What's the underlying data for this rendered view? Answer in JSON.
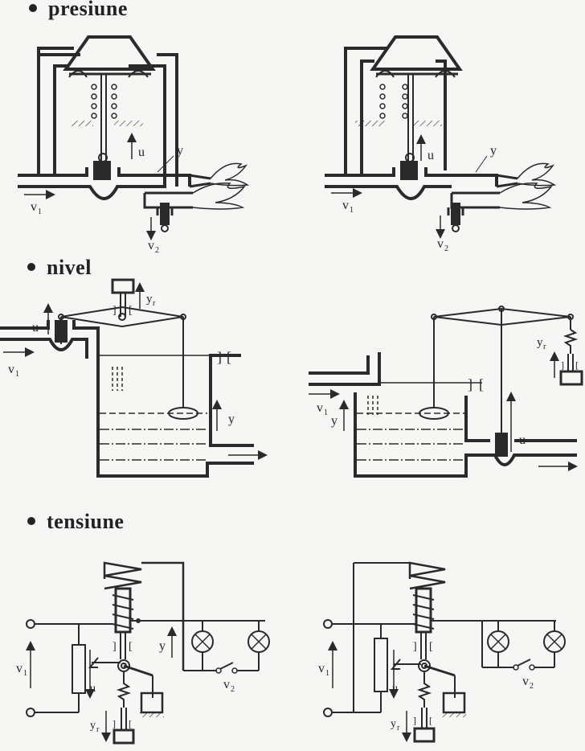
{
  "headings": {
    "pressure": "presiune",
    "level": "nivel",
    "voltage": "tensiune"
  },
  "labels": {
    "u": "u",
    "y": "y",
    "v1": "v",
    "v2": "v",
    "sub1": "1",
    "sub2": "2",
    "yr": "y",
    "sub_r": "r",
    "bracket_open": "]",
    "bracket_close": "["
  }
}
